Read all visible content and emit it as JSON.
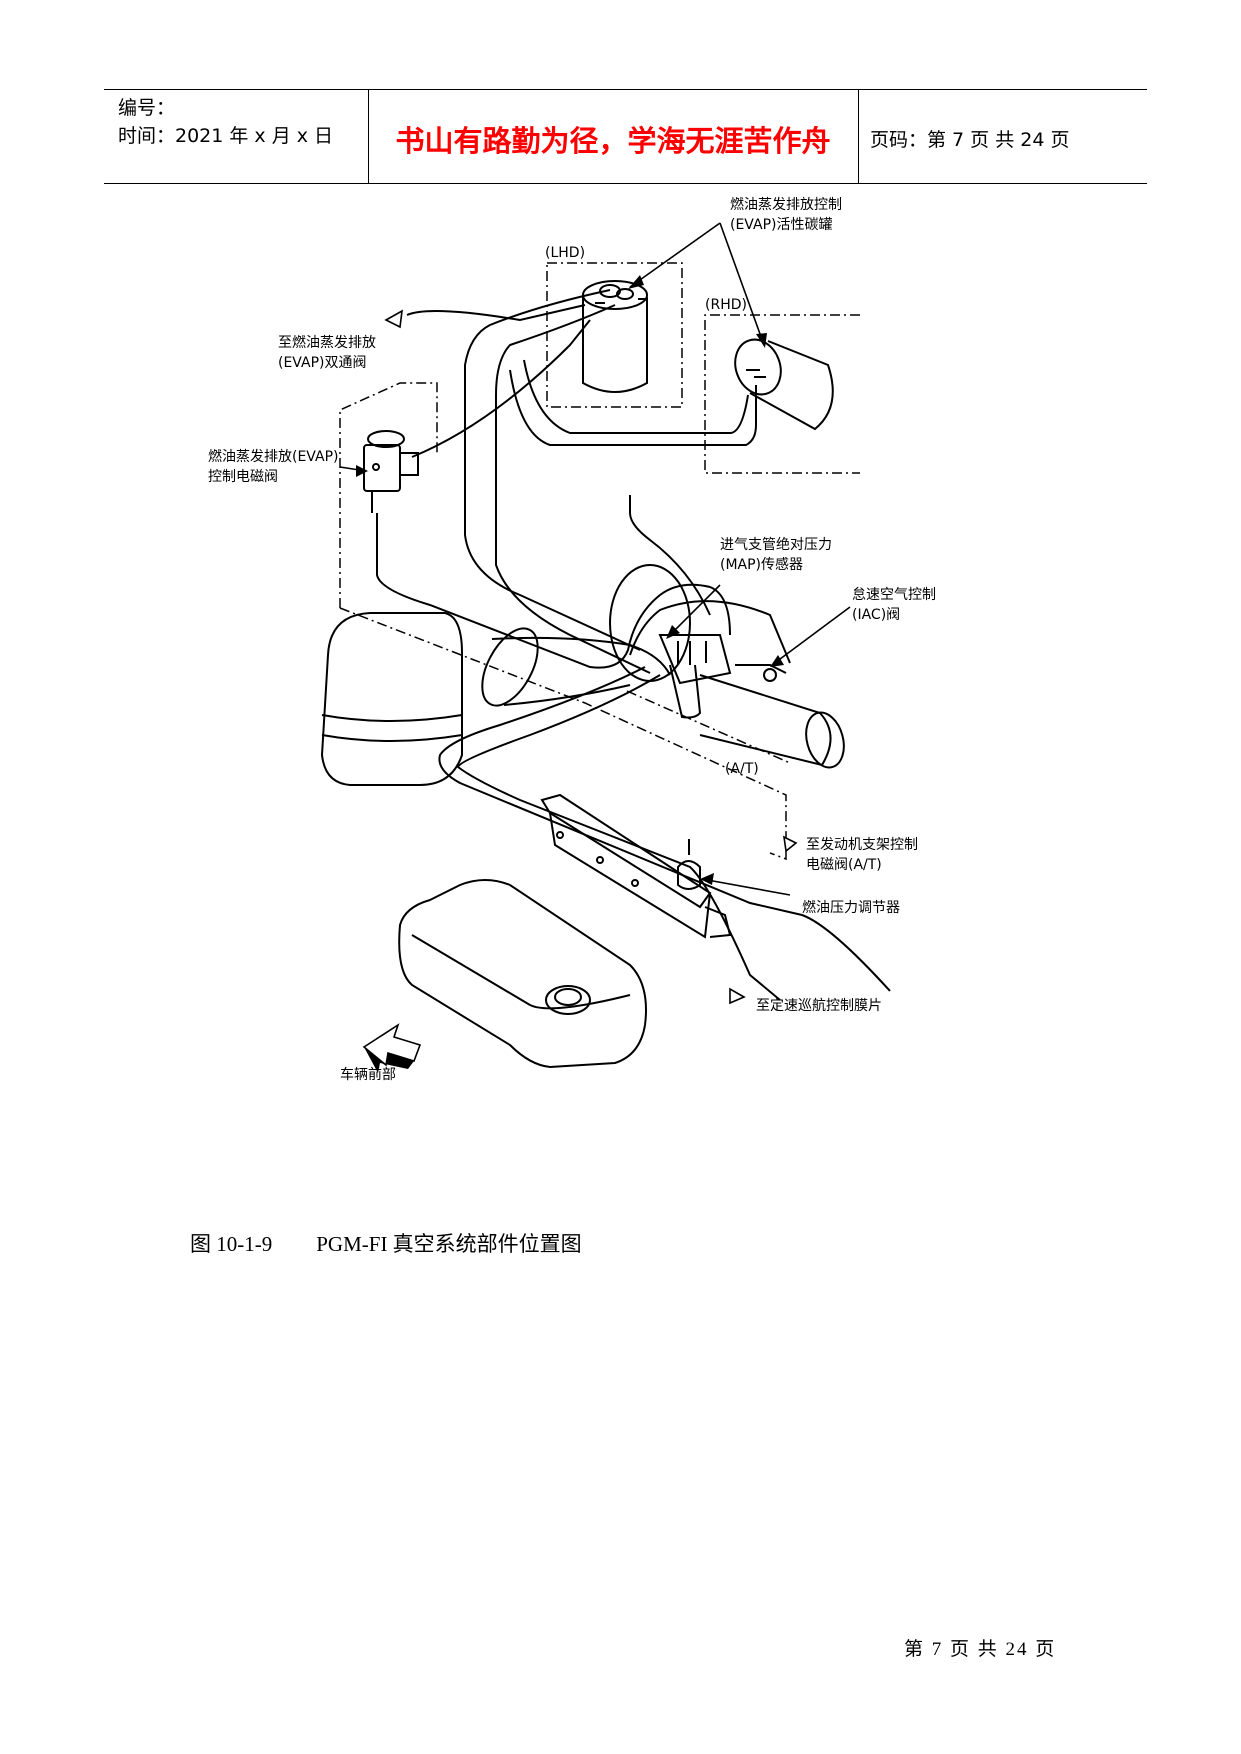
{
  "header": {
    "number_label": "编号：",
    "time_line": "时间：2021 年 x 月 x 日",
    "motto": "书山有路勤为径，学海无涯苦作舟",
    "page_info": "页码：第 7 页  共 24 页"
  },
  "diagram": {
    "labels": {
      "canister_1": "燃油蒸发排放控制",
      "canister_2": "(EVAP)活性碳罐",
      "lhd": "(LHD)",
      "rhd": "(RHD)",
      "twoway_1": "至燃油蒸发排放",
      "twoway_2": "(EVAP)双通阀",
      "evap_sol_1": "燃油蒸发排放(EVAP)",
      "evap_sol_2": "控制电磁阀",
      "map_1": "进气支管绝对压力",
      "map_2": "(MAP)传感器",
      "iac_1": "怠速空气控制",
      "iac_2": "(IAC)阀",
      "at": "(A/T)",
      "mount_1": "至发动机支架控制",
      "mount_2": "电磁阀(A/T)",
      "regulator": "燃油压力调节器",
      "cruise": "至定速巡航控制膜片",
      "front": "车辆前部"
    }
  },
  "caption": {
    "fig_no": "图 10-1-9",
    "title": "PGM-FI 真空系统部件位置图"
  },
  "footer": "第 7 页 共 24 页"
}
